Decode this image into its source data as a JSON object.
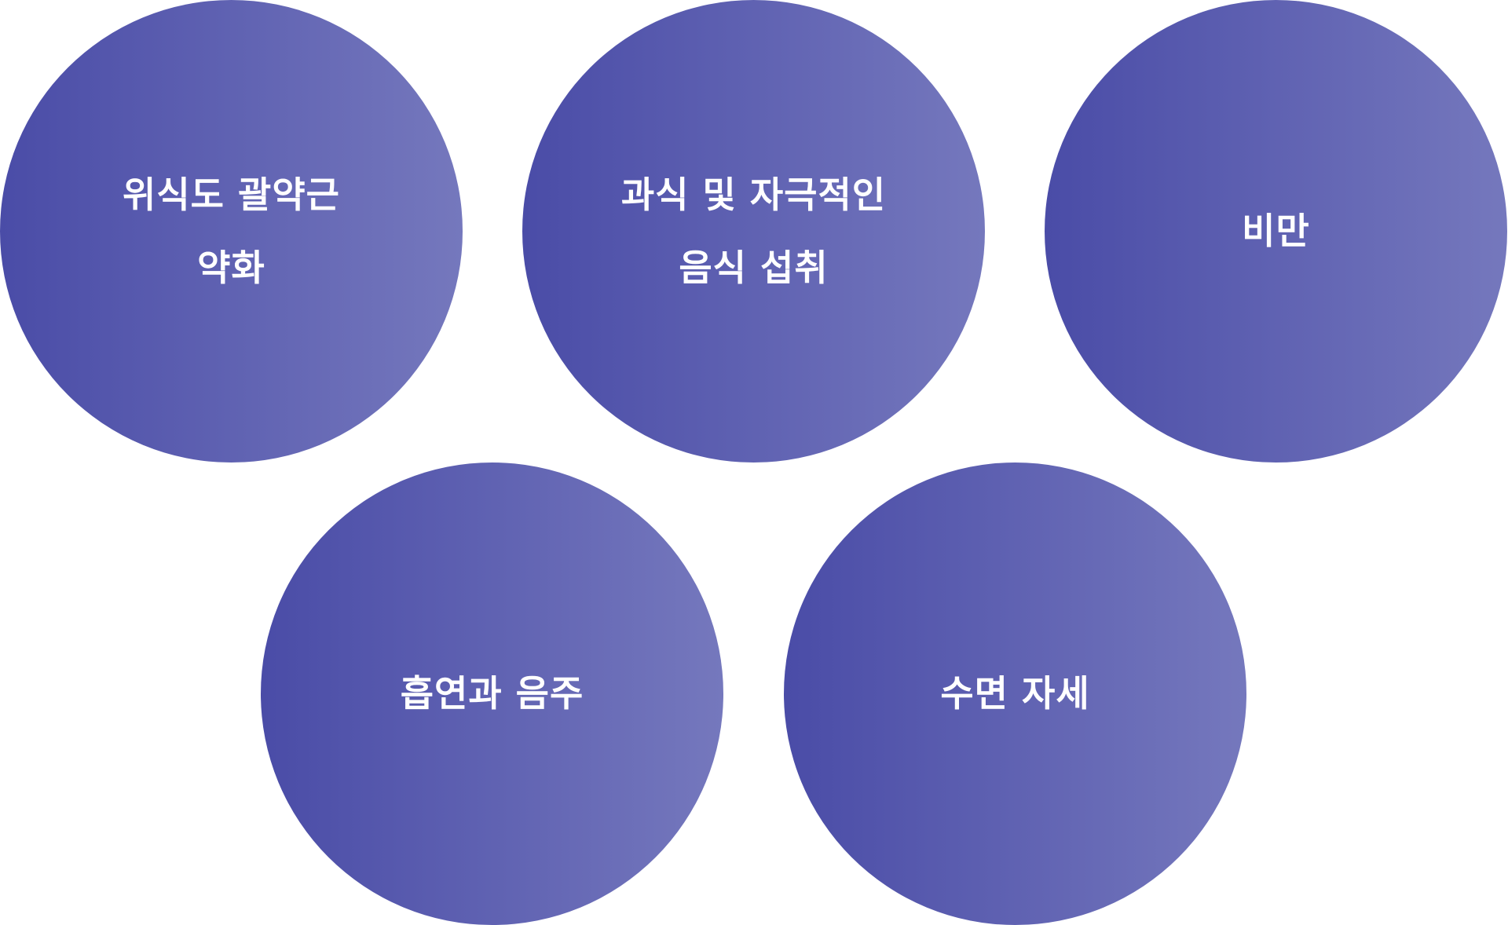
{
  "circles": [
    {
      "label": "위식도 괄약근 약화"
    },
    {
      "label": "과식 및 자극적인 음식 섭취"
    },
    {
      "label": "비만"
    },
    {
      "label": "흡연과 음주"
    },
    {
      "label": "수면 자세"
    }
  ],
  "colors": {
    "gradient_start": "#4a4ca7",
    "gradient_end": "#7578bd",
    "text": "#ffffff",
    "background": "#ffffff"
  }
}
